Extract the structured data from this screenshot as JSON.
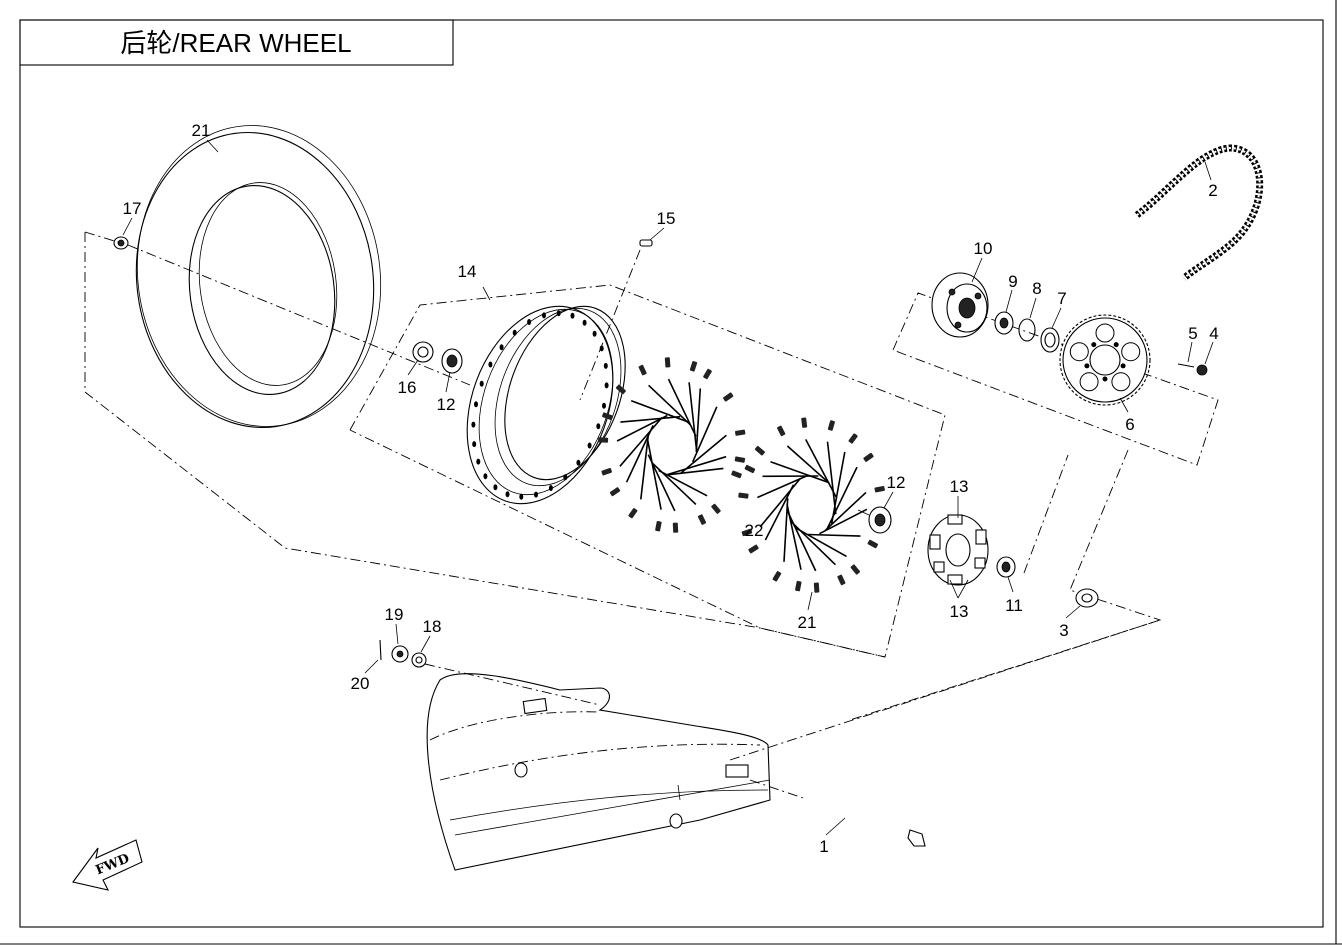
{
  "title": "后轮/REAR WHEEL",
  "fwd_label": "FWD",
  "callouts": [
    "21",
    "17",
    "15",
    "14",
    "16",
    "12",
    "10",
    "9",
    "8",
    "7",
    "2",
    "5",
    "4",
    "6",
    "12",
    "13",
    "22",
    "13",
    "11",
    "3",
    "21",
    "19",
    "18",
    "20",
    "1"
  ]
}
